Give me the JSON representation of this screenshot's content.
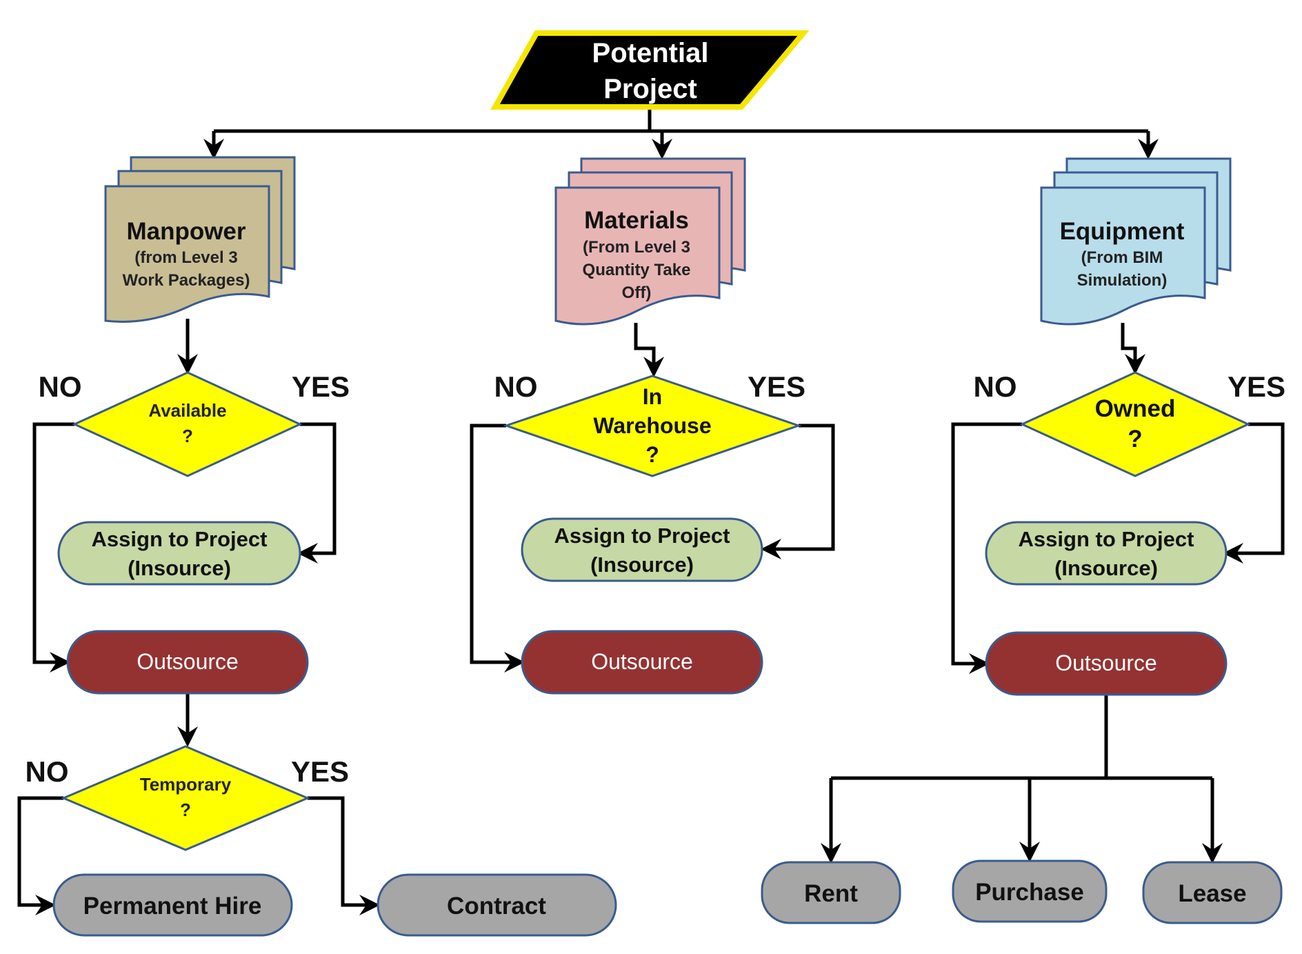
{
  "colors": {
    "start_fill": "#000000",
    "start_border": "#f5e600",
    "manpower_doc": "#c9bd94",
    "materials_doc": "#e8b5b5",
    "equipment_doc": "#b7dcea",
    "decision": "#ffff00",
    "insource": "#c6d8a3",
    "outsource": "#943232",
    "terminal": "#a6a6a6",
    "shape_border": "#3a5b8f"
  },
  "start": {
    "line1": "Potential",
    "line2": "Project"
  },
  "manpower": {
    "title": "Manpower",
    "sub1": "(from Level 3",
    "sub2": "Work Packages)",
    "decision": {
      "line1": "Available",
      "line2": "?",
      "no": "NO",
      "yes": "YES"
    },
    "insource": {
      "line1": "Assign to Project",
      "line2": "(Insource)"
    },
    "outsource": "Outsource",
    "decision2": {
      "line1": "Temporary",
      "line2": "?",
      "no": "NO",
      "yes": "YES"
    },
    "permanent": "Permanent Hire",
    "contract": "Contract"
  },
  "materials": {
    "title": "Materials",
    "sub1": "(From Level 3",
    "sub2": "Quantity Take",
    "sub3": "Off)",
    "decision": {
      "line1": "In",
      "line2": "Warehouse",
      "line3": "?",
      "no": "NO",
      "yes": "YES"
    },
    "insource": {
      "line1": "Assign to Project",
      "line2": "(Insource)"
    },
    "outsource": "Outsource"
  },
  "equipment": {
    "title": "Equipment",
    "sub1": "(From BIM",
    "sub2": "Simulation)",
    "decision": {
      "line1": "Owned",
      "line2": "?",
      "no": "NO",
      "yes": "YES"
    },
    "insource": {
      "line1": "Assign to Project",
      "line2": "(Insource)"
    },
    "outsource": "Outsource",
    "rent": "Rent",
    "purchase": "Purchase",
    "lease": "Lease"
  }
}
